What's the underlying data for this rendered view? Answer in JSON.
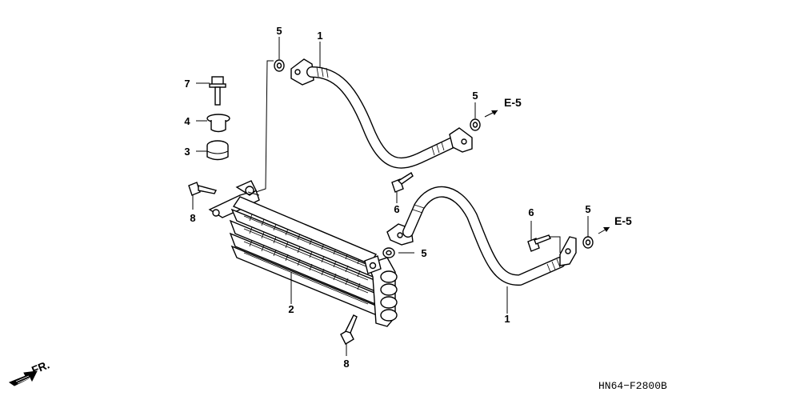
{
  "callouts": [
    {
      "id": "hose-upper",
      "label": "1"
    },
    {
      "id": "hose-lower",
      "label": "1"
    },
    {
      "id": "oil-cooler",
      "label": "2"
    },
    {
      "id": "grommet",
      "label": "3"
    },
    {
      "id": "collar",
      "label": "4"
    },
    {
      "id": "washer-a",
      "label": "5"
    },
    {
      "id": "washer-b",
      "label": "5"
    },
    {
      "id": "washer-c",
      "label": "5"
    },
    {
      "id": "washer-d",
      "label": "5"
    },
    {
      "id": "bolt-upper",
      "label": "6"
    },
    {
      "id": "bolt-lower",
      "label": "6"
    },
    {
      "id": "bolt-mount",
      "label": "7"
    },
    {
      "id": "bolt-left",
      "label": "8"
    },
    {
      "id": "bolt-bottom",
      "label": "8"
    }
  ],
  "references": [
    {
      "id": "ref-upper",
      "label": "E-5"
    },
    {
      "id": "ref-lower",
      "label": "E-5"
    }
  ],
  "front_indicator": {
    "label": "FR.",
    "icon": "front-arrow-icon"
  },
  "diagram_code": "HN64−F2800B"
}
